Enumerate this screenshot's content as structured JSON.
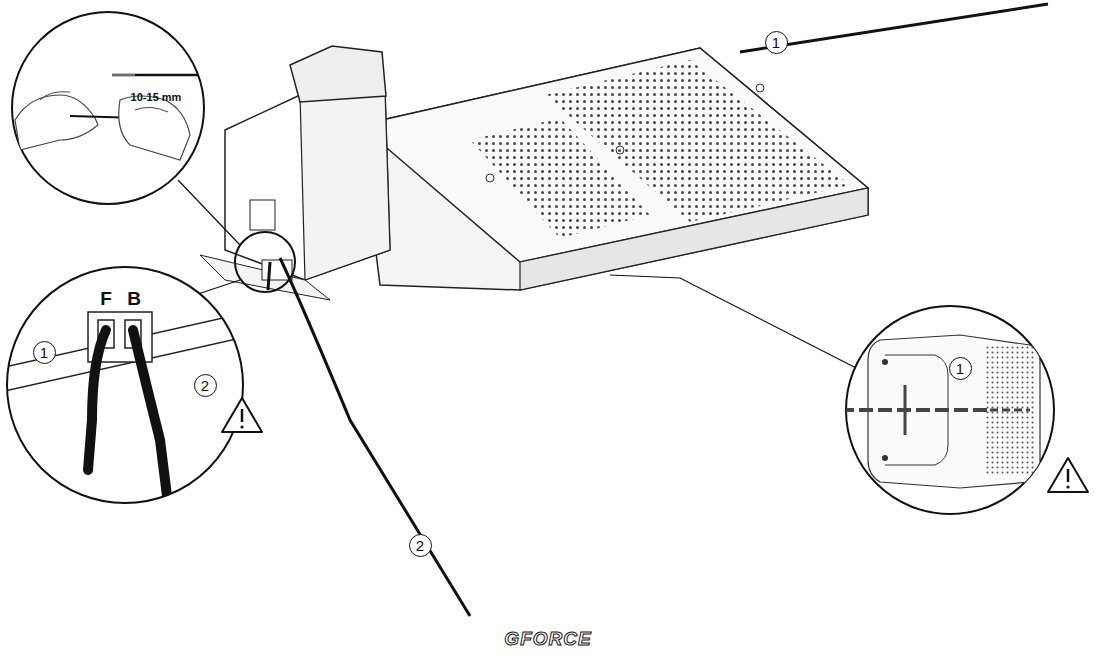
{
  "diagram": {
    "labels": [
      "10-15 mm",
      "1",
      "F",
      "B",
      "1",
      "2",
      "2",
      "1",
      "GFORCE"
    ]
  }
}
